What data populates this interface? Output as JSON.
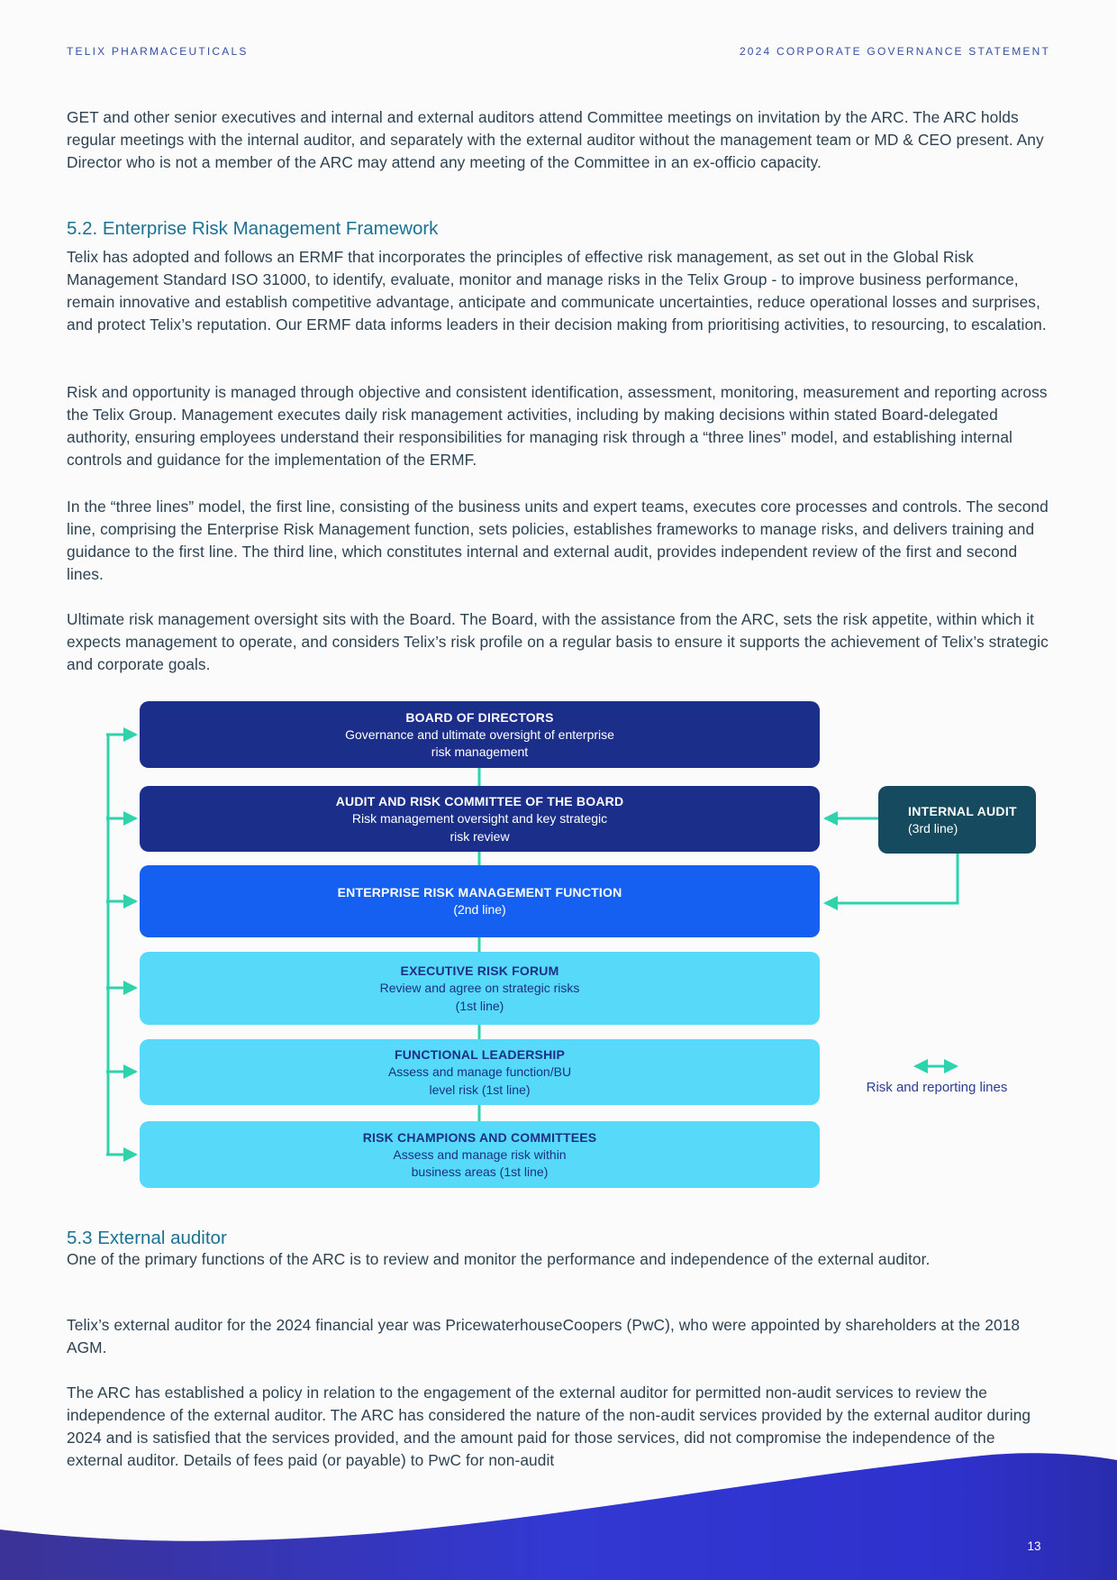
{
  "header": {
    "left": "TELIX PHARMACEUTICALS",
    "right": "2024 CORPORATE GOVERNANCE STATEMENT"
  },
  "intro_paragraph": "GET and other senior executives and internal and external auditors attend Committee meetings on invitation by the ARC. The ARC holds regular meetings with the internal auditor, and separately with the external auditor without the management team or MD & CEO present. Any Director who is not a member of the ARC may attend any meeting of the Committee in an ex-officio capacity.",
  "section_52": {
    "heading": "5.2. Enterprise Risk Management Framework",
    "p1": "Telix has adopted and follows an ERMF that incorporates the principles of effective risk management, as set out in the Global Risk Management Standard ISO 31000, to identify, evaluate, monitor and manage risks in the Telix Group - to improve business performance, remain innovative and establish competitive advantage, anticipate and communicate uncertainties, reduce operational losses and surprises, and protect Telix’s reputation. Our ERMF data informs leaders in their decision making from prioritising activities, to resourcing, to escalation.",
    "p2": "Risk and opportunity is managed through objective and consistent identification, assessment, monitoring, measurement and reporting across the Telix Group. Management executes daily risk management activities, including by making decisions within stated Board-delegated authority, ensuring employees understand their responsibilities for managing risk through a “three lines” model, and establishing internal controls and guidance for the implementation of the ERMF.",
    "p3": "In the “three lines” model, the first line, consisting of the business units and expert teams, executes core processes and controls. The second line, comprising the Enterprise Risk Management function, sets policies, establishes frameworks to manage risks, and delivers training and guidance to the first line. The third line, which constitutes internal and external audit, provides independent review of the first and second lines.",
    "p4": "Ultimate risk management oversight sits with the Board. The Board, with the assistance from the ARC, sets the risk appetite, within which it expects management to operate, and considers Telix’s risk profile on a regular basis to ensure it supports the achievement of Telix’s strategic and corporate goals."
  },
  "diagram": {
    "boxes": [
      {
        "title": "BOARD OF DIRECTORS",
        "lines": [
          "Governance and ultimate oversight of enterprise",
          "risk management"
        ]
      },
      {
        "title": "AUDIT AND RISK COMMITTEE OF THE BOARD",
        "lines": [
          "Risk management oversight and key strategic",
          "risk review"
        ]
      },
      {
        "title": "ENTERPRISE RISK MANAGEMENT FUNCTION",
        "lines": [
          "(2nd line)"
        ]
      },
      {
        "title": "EXECUTIVE RISK FORUM",
        "lines": [
          "Review and agree on strategic risks",
          "(1st line)"
        ]
      },
      {
        "title": "FUNCTIONAL LEADERSHIP",
        "lines": [
          "Assess and manage function/BU",
          "level risk (1st line)"
        ]
      },
      {
        "title": "RISK CHAMPIONS AND COMMITTEES",
        "lines": [
          "Assess and manage risk within",
          "business areas (1st line)"
        ]
      }
    ],
    "side_box": {
      "title": "INTERNAL AUDIT",
      "subtitle": "(3rd line)"
    },
    "legend": "Risk and reporting lines",
    "colors": {
      "navy_box": "#1b2f8a",
      "bright_blue_box": "#1560f0",
      "cyan_box": "#57d9fa",
      "internal_audit_box": "#164a5e",
      "connector_teal": "#2ed3ac"
    }
  },
  "section_53": {
    "heading": "5.3 External auditor",
    "p1": "One of the primary functions of the ARC is to review and monitor the performance and independence of the external auditor.",
    "p2": "Telix’s external auditor for the 2024 financial year was PricewaterhouseCoopers (PwC), who were appointed by shareholders at the 2018 AGM.",
    "p3": "The ARC has established a policy in relation to the engagement of the external auditor for permitted non-audit services to review the independence of the external auditor. The ARC has considered the nature of the non-audit services provided by the external auditor during 2024 and is satisfied that the services provided, and the amount paid for those services, did not compromise the independence of the external auditor. Details of fees paid (or payable) to PwC for non-audit"
  },
  "footer": {
    "page_number": "13"
  }
}
